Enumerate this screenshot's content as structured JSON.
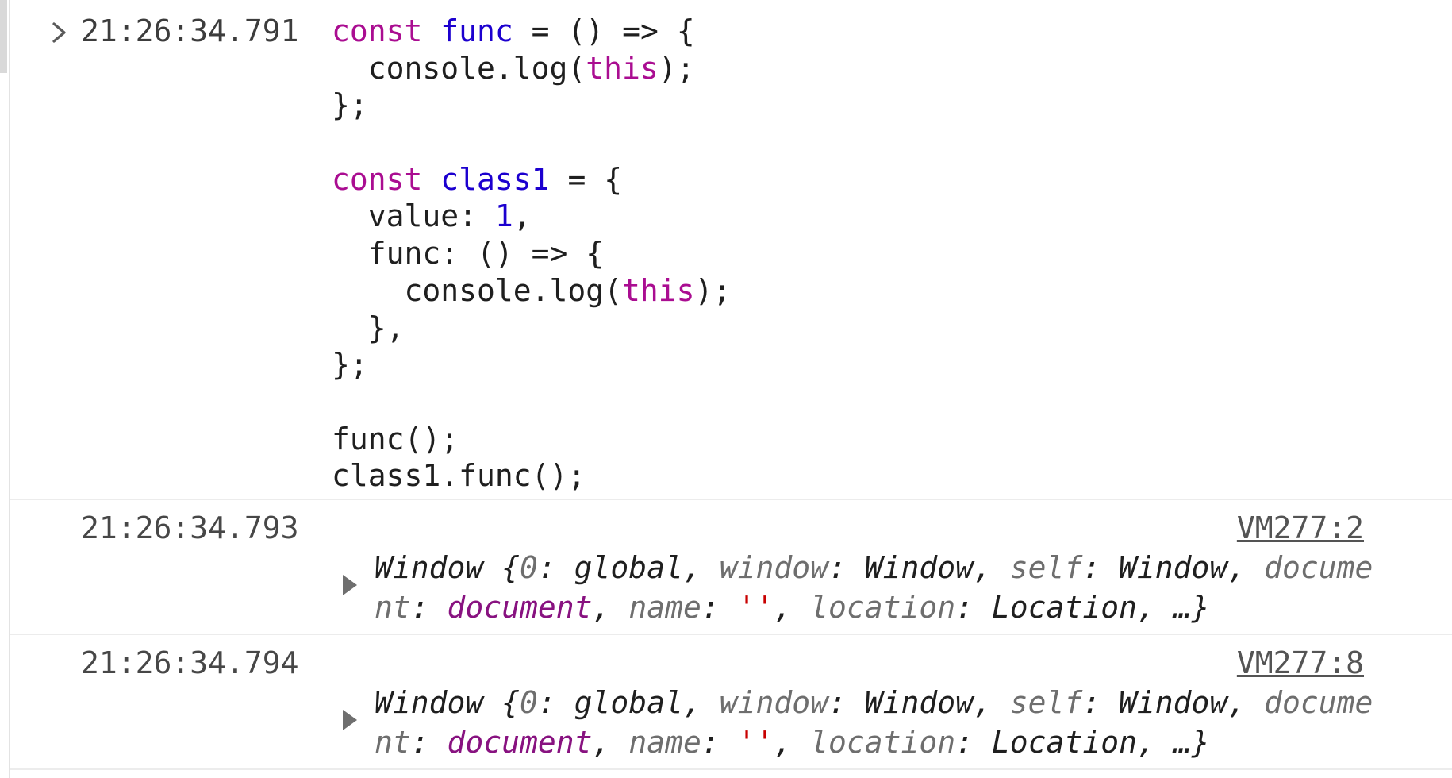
{
  "console": {
    "input_entry": {
      "timestamp": "21:26:34.791",
      "code_lines": [
        [
          {
            "t": "const",
            "c": "kw"
          },
          {
            "t": " "
          },
          {
            "t": "func",
            "c": "def"
          },
          {
            "t": " = () => {"
          }
        ],
        [
          {
            "t": "  console.log("
          },
          {
            "t": "this",
            "c": "kw"
          },
          {
            "t": ");"
          }
        ],
        [
          {
            "t": "};"
          }
        ],
        [
          {
            "t": ""
          }
        ],
        [
          {
            "t": "const",
            "c": "kw"
          },
          {
            "t": " "
          },
          {
            "t": "class1",
            "c": "def"
          },
          {
            "t": " = {"
          }
        ],
        [
          {
            "t": "  value: "
          },
          {
            "t": "1",
            "c": "num"
          },
          {
            "t": ","
          }
        ],
        [
          {
            "t": "  func: () => {"
          }
        ],
        [
          {
            "t": "    console.log("
          },
          {
            "t": "this",
            "c": "kw"
          },
          {
            "t": ");"
          }
        ],
        [
          {
            "t": "  },"
          }
        ],
        [
          {
            "t": "};"
          }
        ],
        [
          {
            "t": ""
          }
        ],
        [
          {
            "t": "func();"
          }
        ],
        [
          {
            "t": "class1.func();"
          }
        ]
      ]
    },
    "log_entries": [
      {
        "timestamp": "21:26:34.793",
        "source": "VM277:2",
        "object_parts": [
          {
            "t": "Window {"
          },
          {
            "t": "0",
            "c": "key"
          },
          {
            "t": ": global, "
          },
          {
            "t": "window",
            "c": "key"
          },
          {
            "t": ": Window, "
          },
          {
            "t": "self",
            "c": "key"
          },
          {
            "t": ": Window, "
          },
          {
            "t": "document",
            "c": "key"
          },
          {
            "t": ": "
          },
          {
            "t": "document",
            "c": "val-special"
          },
          {
            "t": ", "
          },
          {
            "t": "name",
            "c": "key"
          },
          {
            "t": ": "
          },
          {
            "t": "''",
            "c": "val-str"
          },
          {
            "t": ", "
          },
          {
            "t": "location",
            "c": "key"
          },
          {
            "t": ": Location, …}"
          }
        ]
      },
      {
        "timestamp": "21:26:34.794",
        "source": "VM277:8",
        "object_parts": [
          {
            "t": "Window {"
          },
          {
            "t": "0",
            "c": "key"
          },
          {
            "t": ": global, "
          },
          {
            "t": "window",
            "c": "key"
          },
          {
            "t": ": Window, "
          },
          {
            "t": "self",
            "c": "key"
          },
          {
            "t": ": Window, "
          },
          {
            "t": "document",
            "c": "key"
          },
          {
            "t": ": "
          },
          {
            "t": "document",
            "c": "val-special"
          },
          {
            "t": ", "
          },
          {
            "t": "name",
            "c": "key"
          },
          {
            "t": ": "
          },
          {
            "t": "''",
            "c": "val-str"
          },
          {
            "t": ", "
          },
          {
            "t": "location",
            "c": "key"
          },
          {
            "t": ": Location, …}"
          }
        ]
      }
    ],
    "icons": {
      "prompt": "chevron-right-icon",
      "expand": "triangle-right-icon"
    },
    "colors": {
      "keyword": "#aa0d91",
      "definition": "#1c00cf",
      "number": "#1c00cf",
      "object_key": "#6e6e6e",
      "special_value": "#881280",
      "string_value": "#c80000"
    }
  }
}
